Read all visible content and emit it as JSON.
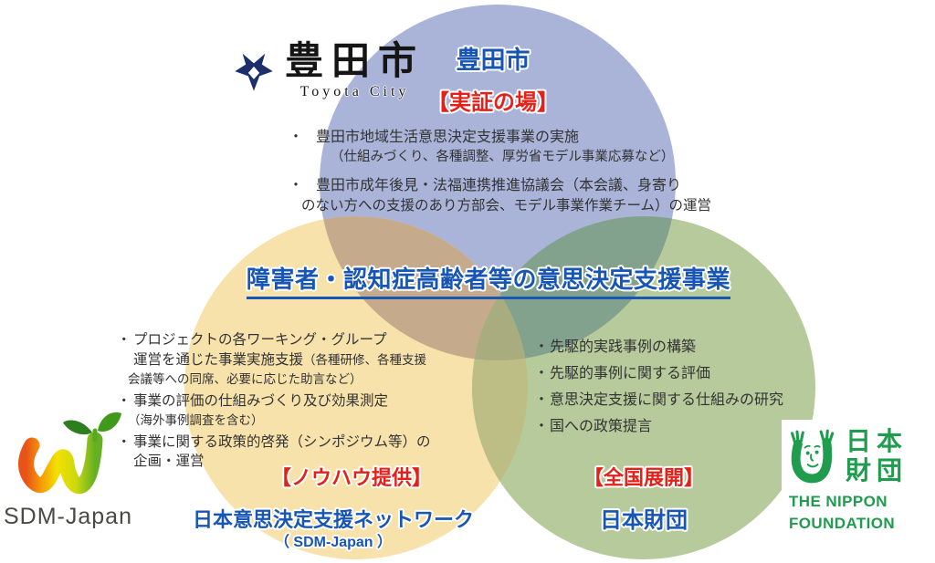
{
  "diagram": {
    "bullet_marker": "・",
    "center_title": "障害者・認知症高齢者等の意思決定支援事業",
    "colors": {
      "blue_circle": "#aab4d9",
      "yellow_circle": "#f7e2ab",
      "green_circle": "#b7ca9b",
      "overlap_blue_yellow": "#c6aa8c",
      "overlap_blue_green": "#83a28d",
      "overlap_yellow_green": "#bcbe86",
      "overlap_center": "#a9ac7e",
      "label_blue": "#1756b4",
      "label_red": "#e32119",
      "nippon_green": "#1f9c4d",
      "toyota_emblem_navy": "#1c2e6b"
    },
    "toyota_city": {
      "logo": {
        "name": "豊田市",
        "romaji": "Toyota City"
      },
      "circle_label": "豊田市",
      "role_label": "【実証の場】",
      "bullets": [
        {
          "line1": "豊田市地域生活意思決定支援事業の実施",
          "line2": "（仕組みづくり、各種調整、厚労省モデル事業応募など）"
        },
        {
          "line1": "豊田市成年後見・法福連携推進協議会（本会議、身寄り",
          "line2": "のない方への支援のあり方部会、モデル事業作業チーム）の運営"
        }
      ]
    },
    "sdm_japan": {
      "bullets": {
        "b1_line1": "プロジェクトの各ワーキング・グループ",
        "b1_line2_main": "運営を通じた事業実施支援",
        "b1_line2_small": "（各種研修、各種支援",
        "b1_line3_small": "会議等への同席、必要に応じた助言など）",
        "b2_line1": "事業の評価の仕組みづくり及び効果測定",
        "b2_line2_small": "（海外事例調査を含む）",
        "b3_line1": "事業に関する政策的啓発（シンポジウム等）の",
        "b3_line2": "企画・運営"
      },
      "role_label": "【ノウハウ提供】",
      "org_name": "日本意思決定支援ネットワーク",
      "org_sub": "（ SDM-Japan ）",
      "logo_text": "SDM-Japan"
    },
    "nippon_foundation": {
      "bullets": [
        "先駆的実践事例の構築",
        "先駆的事例に関する評価",
        "意思決定支援に関する仕組みの研究",
        "国への政策提言"
      ],
      "role_label": "【全国展開】",
      "org_name": "日本財団",
      "logo": {
        "jp_line1": "日本",
        "jp_line2": "財団",
        "en_line1": "THE NIPPON",
        "en_line2": "FOUNDATION"
      }
    }
  }
}
